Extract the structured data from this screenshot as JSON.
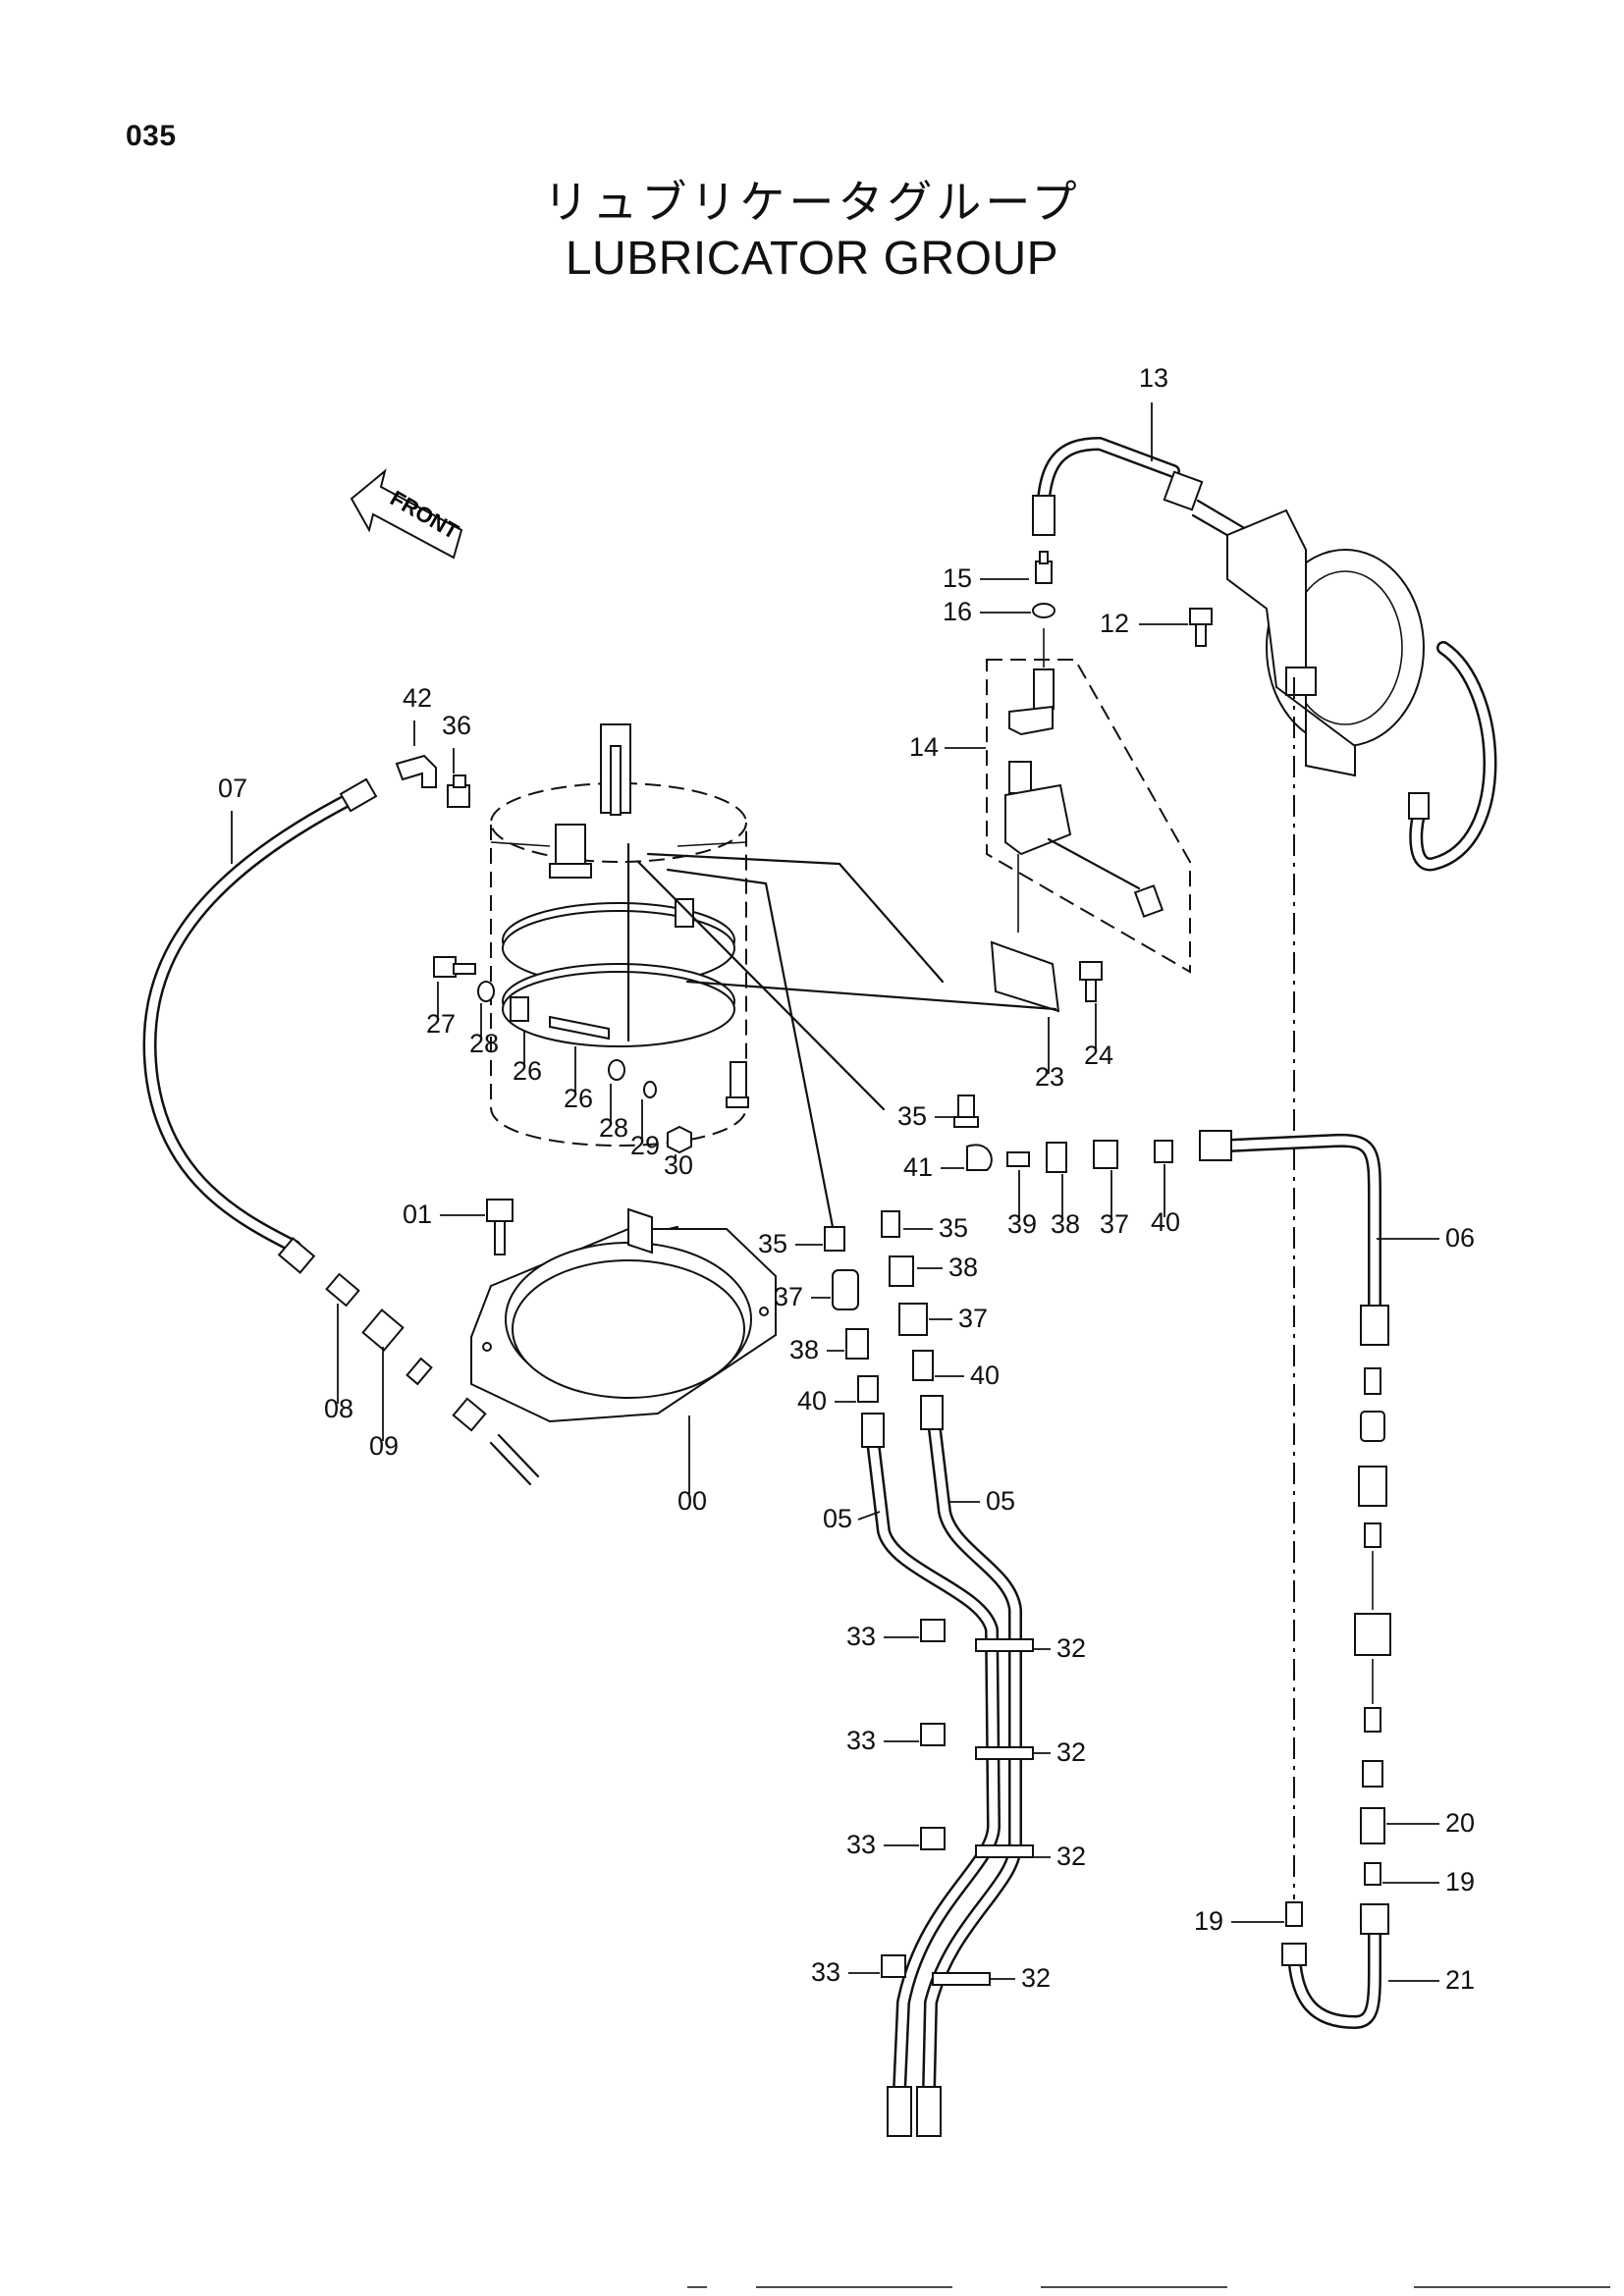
{
  "page_number": "035",
  "title_ja": "リュブリケータグループ",
  "title_en": "LUBRICATOR GROUP",
  "front_label": "FRONT",
  "callouts": [
    {
      "id": "c13",
      "text": "13"
    },
    {
      "id": "c15",
      "text": "15"
    },
    {
      "id": "c16",
      "text": "16"
    },
    {
      "id": "c12",
      "text": "12"
    },
    {
      "id": "c14",
      "text": "14"
    },
    {
      "id": "c42",
      "text": "42"
    },
    {
      "id": "c36",
      "text": "36"
    },
    {
      "id": "c07",
      "text": "07"
    },
    {
      "id": "c27",
      "text": "27"
    },
    {
      "id": "c28a",
      "text": "28"
    },
    {
      "id": "c26a",
      "text": "26"
    },
    {
      "id": "c26b",
      "text": "26"
    },
    {
      "id": "c28b",
      "text": "28"
    },
    {
      "id": "c29",
      "text": "29"
    },
    {
      "id": "c30",
      "text": "30"
    },
    {
      "id": "c23",
      "text": "23"
    },
    {
      "id": "c24",
      "text": "24"
    },
    {
      "id": "c35a",
      "text": "35"
    },
    {
      "id": "c41",
      "text": "41"
    },
    {
      "id": "c39",
      "text": "39"
    },
    {
      "id": "c38a",
      "text": "38"
    },
    {
      "id": "c37a",
      "text": "37"
    },
    {
      "id": "c40a",
      "text": "40"
    },
    {
      "id": "c06",
      "text": "06"
    },
    {
      "id": "c01",
      "text": "01"
    },
    {
      "id": "c35b",
      "text": "35"
    },
    {
      "id": "c35c",
      "text": "35"
    },
    {
      "id": "c37b",
      "text": "37"
    },
    {
      "id": "c38b",
      "text": "38"
    },
    {
      "id": "c37c",
      "text": "37"
    },
    {
      "id": "c38c",
      "text": "38"
    },
    {
      "id": "c40b",
      "text": "40"
    },
    {
      "id": "c40c",
      "text": "40"
    },
    {
      "id": "c08",
      "text": "08"
    },
    {
      "id": "c09",
      "text": "09"
    },
    {
      "id": "c00",
      "text": "00"
    },
    {
      "id": "c05a",
      "text": "05"
    },
    {
      "id": "c05b",
      "text": "05"
    },
    {
      "id": "c33a",
      "text": "33"
    },
    {
      "id": "c32a",
      "text": "32"
    },
    {
      "id": "c33b",
      "text": "33"
    },
    {
      "id": "c32b",
      "text": "32"
    },
    {
      "id": "c33c",
      "text": "33"
    },
    {
      "id": "c32c",
      "text": "32"
    },
    {
      "id": "c33d",
      "text": "33"
    },
    {
      "id": "c32d",
      "text": "32"
    },
    {
      "id": "c20",
      "text": "20"
    },
    {
      "id": "c19a",
      "text": "19"
    },
    {
      "id": "c19b",
      "text": "19"
    },
    {
      "id": "c21",
      "text": "21"
    }
  ]
}
